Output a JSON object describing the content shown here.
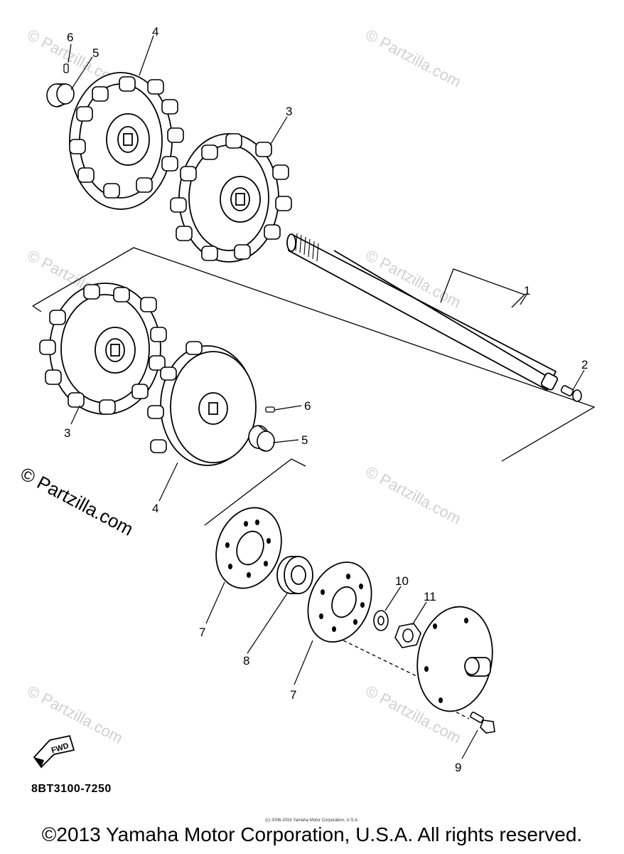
{
  "watermarks": {
    "small": "© Partzilla.com",
    "large": "© Partzilla.com"
  },
  "diagram": {
    "callouts": {
      "shaft": "1",
      "end_bolt": "2",
      "sprocket_upper": "3",
      "sprocket_lower": "3",
      "wheel_upper": "4",
      "wheel_lower": "4",
      "collar_upper": "5",
      "collar_lower": "5",
      "spring_pin_upper": "6",
      "spring_pin_lower": "6",
      "plate_left": "7",
      "plate_right": "7",
      "bearing": "8",
      "flange_bolt": "9",
      "washer": "10",
      "nut": "11"
    },
    "fwd_label": "FWD",
    "part_code": "8BT3100-7250"
  },
  "footer": {
    "fine_print": "(c) 2006-2016 Yamaha Motor Corporation, U.S.A.",
    "copyright": "©2013 Yamaha Motor Corporation, U.S.A. All rights reserved."
  }
}
